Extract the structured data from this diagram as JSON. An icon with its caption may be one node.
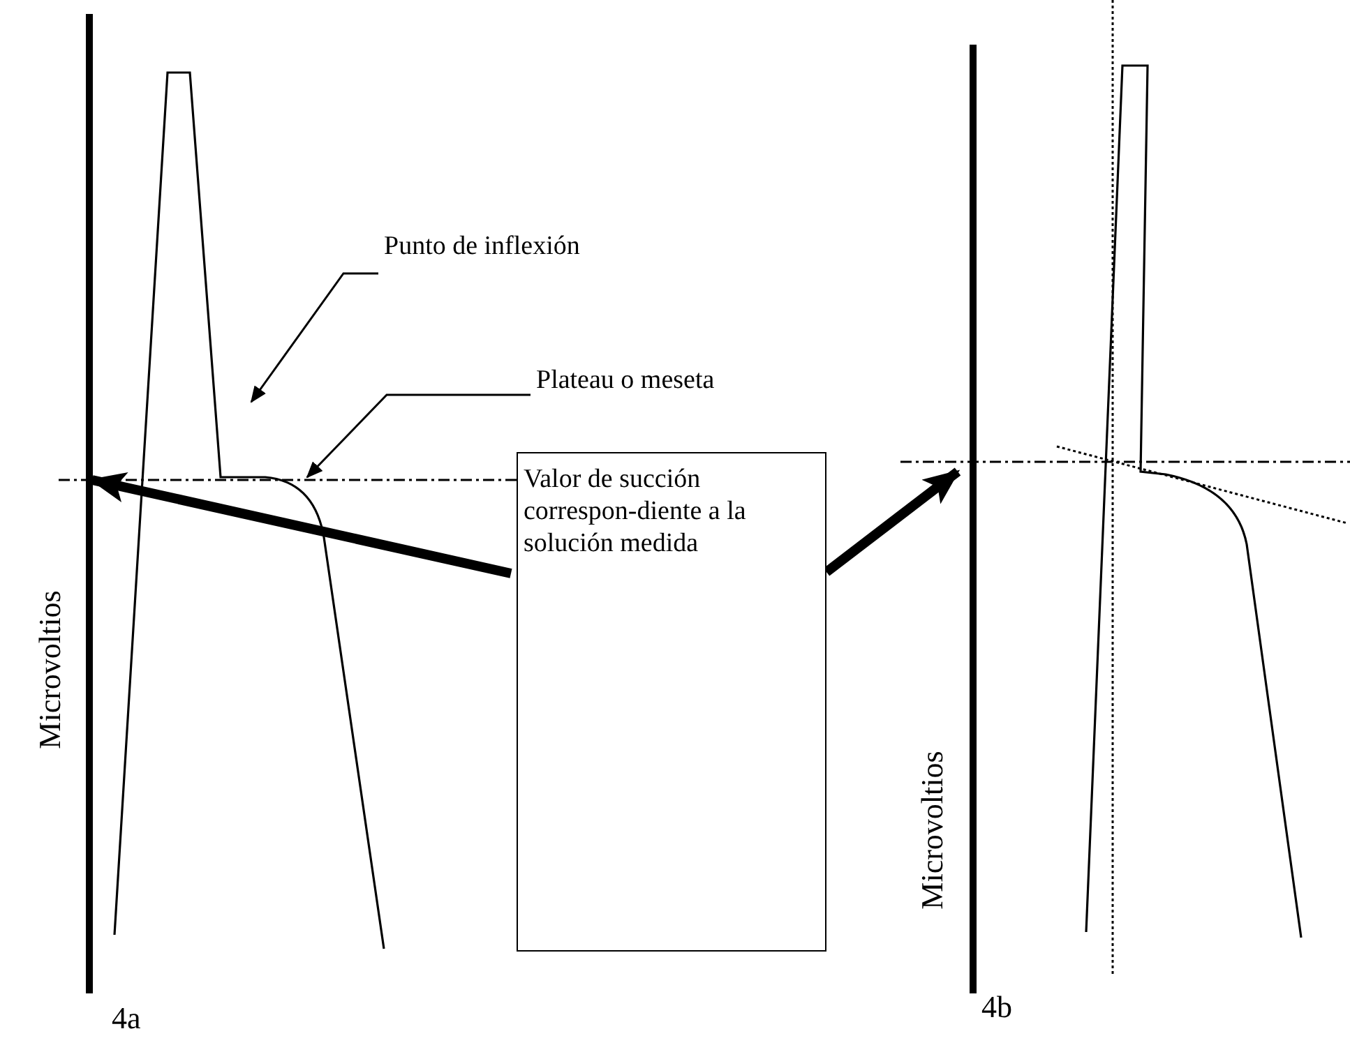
{
  "diagram": {
    "nodes": [
      {
        "text": [
          "Punto de inflexión"
        ]
      },
      {
        "text": [
          "Plateau o meseta"
        ]
      },
      {
        "text": [
          "Valor de succión correspon-diente a la solución medida"
        ]
      }
    ],
    "edges": [
      {
        "from": 0,
        "to": null,
        "arrow": "to"
      },
      {
        "from": 1,
        "to": null,
        "arrow": "to"
      },
      {
        "from": 2,
        "to": null,
        "arrow": "to",
        "style": "thick"
      },
      {
        "from": 2,
        "to": null,
        "arrow": "to",
        "style": "thick"
      }
    ],
    "labels": [
      "Microvoltios",
      "4a",
      "Microvoltios",
      "4b"
    ]
  }
}
